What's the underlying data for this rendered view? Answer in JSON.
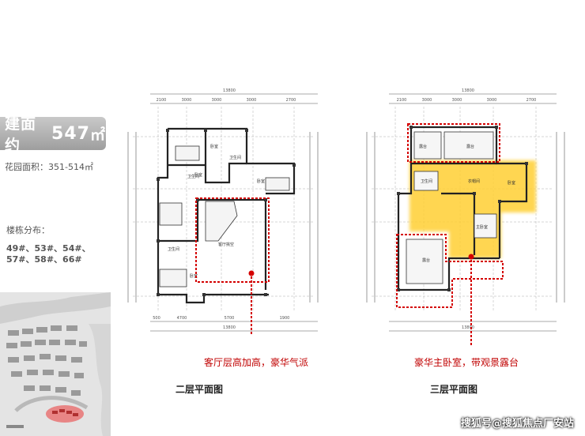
{
  "left_panel": {
    "area_label": "建面约",
    "area_value": "547",
    "area_unit": "㎡",
    "garden": "花园面积：351-514㎡",
    "buildings_title": "楼栋分布：",
    "buildings_line1": "49#、53#、54#、",
    "buildings_line2": "57#、58#、66#"
  },
  "plan2": {
    "top_total": "13800",
    "top_dims": [
      "2100",
      "3000",
      "3000",
      "3000",
      "2700"
    ],
    "bottom_dims": [
      "500",
      "4700",
      "5700",
      "1900"
    ],
    "bottom_total": "13800",
    "rooms": [
      "卧室",
      "卧室",
      "卫生间",
      "卧室",
      "卫生间",
      "卧室",
      "卫生间",
      "客厅挑空"
    ],
    "annotation": "客厅层高加高，豪华气派",
    "title": "二层平面图"
  },
  "plan3": {
    "top_total": "13800",
    "top_dims": [
      "2100",
      "3000",
      "3000",
      "3000",
      "2700"
    ],
    "bottom_total": "13800",
    "rooms": [
      "露台",
      "露台",
      "卫生间",
      "衣帽间",
      "卧室",
      "主卧室",
      "露台"
    ],
    "annotation": "豪华主卧室，带观景露台",
    "title": "三层平面图"
  },
  "watermark": "搜狐号@搜狐焦点厂安站",
  "colors": {
    "accent_red": "#d40000",
    "highlight": "#ffcf33",
    "badge": "#b0b0b0"
  }
}
